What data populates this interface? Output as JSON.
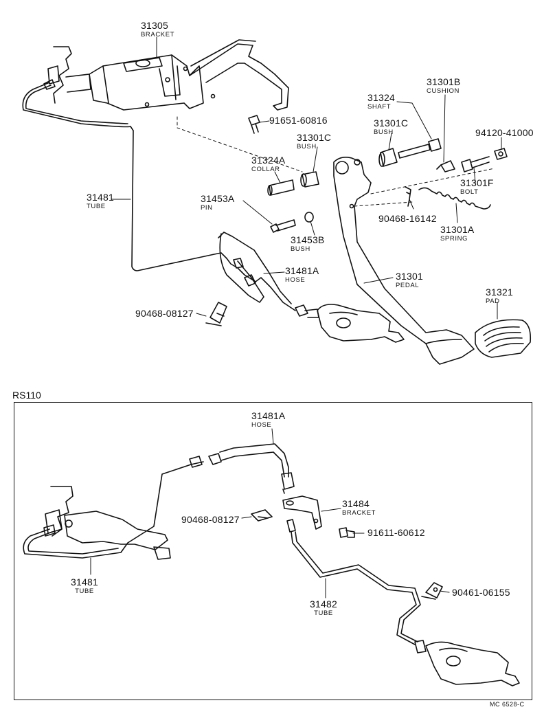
{
  "callouts": [
    {
      "id": "bracket-31305",
      "number": "31305",
      "desc": "BRACKET"
    },
    {
      "id": "bolt-91651-60816",
      "number": "91651-60816",
      "desc": ""
    },
    {
      "id": "shaft-31324",
      "number": "31324",
      "desc": "SHAFT"
    },
    {
      "id": "cushion-31301b",
      "number": "31301B",
      "desc": "CUSHION"
    },
    {
      "id": "bush-31301c-a",
      "number": "31301C",
      "desc": "BUSH"
    },
    {
      "id": "nut-94120-41000",
      "number": "94120-41000",
      "desc": ""
    },
    {
      "id": "bush-31301c-b",
      "number": "31301C",
      "desc": "BUSH"
    },
    {
      "id": "collar-31324a",
      "number": "31324A",
      "desc": "COLLAR"
    },
    {
      "id": "bolt-31301f",
      "number": "31301F",
      "desc": "BOLT"
    },
    {
      "id": "tube-31481",
      "number": "31481",
      "desc": "TUBE"
    },
    {
      "id": "pin-31453a",
      "number": "31453A",
      "desc": "PIN"
    },
    {
      "id": "clip-90468-16142",
      "number": "90468-16142",
      "desc": ""
    },
    {
      "id": "spring-31301a",
      "number": "31301A",
      "desc": "SPRING"
    },
    {
      "id": "bush-31453b",
      "number": "31453B",
      "desc": "BUSH"
    },
    {
      "id": "hose-31481a",
      "number": "31481A",
      "desc": "HOSE"
    },
    {
      "id": "pedal-31301",
      "number": "31301",
      "desc": "PEDAL"
    },
    {
      "id": "pad-31321",
      "number": "31321",
      "desc": "PAD"
    },
    {
      "id": "clip-90468-08127",
      "number": "90468-08127",
      "desc": ""
    }
  ],
  "inset": {
    "title": "RS110",
    "callouts": [
      {
        "id": "inset-hose-31481a",
        "number": "31481A",
        "desc": "HOSE"
      },
      {
        "id": "inset-bracket-31484",
        "number": "31484",
        "desc": "BRACKET"
      },
      {
        "id": "inset-clip-90468-08127",
        "number": "90468-08127",
        "desc": ""
      },
      {
        "id": "inset-bolt-91611-60612",
        "number": "91611-60612",
        "desc": ""
      },
      {
        "id": "inset-tube-31481",
        "number": "31481",
        "desc": "TUBE"
      },
      {
        "id": "inset-tube-31482",
        "number": "31482",
        "desc": "TUBE"
      },
      {
        "id": "inset-clip-90461-06155",
        "number": "90461-06155",
        "desc": ""
      }
    ]
  },
  "drawing_code": "MC 6528-C"
}
